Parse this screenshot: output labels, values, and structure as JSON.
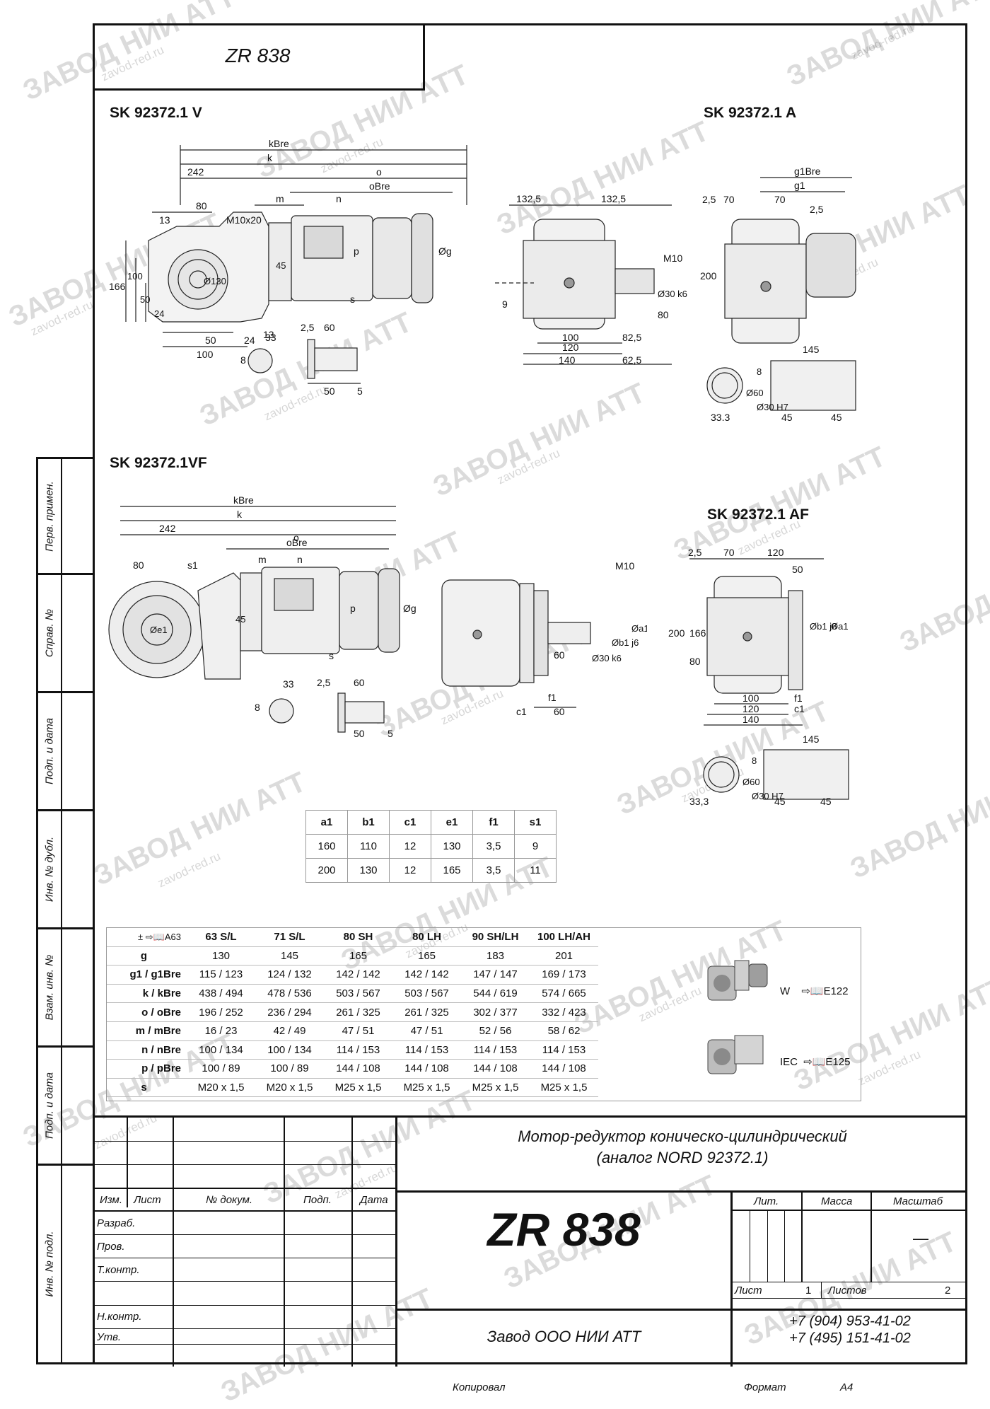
{
  "header_code": "ZR 838",
  "views": {
    "v": "SK 92372.1 V",
    "a": "SK 92372.1 A",
    "vf": "SK 92372.1VF",
    "af": "SK 92372.1 AF"
  },
  "dims": {
    "kBre": "kBre",
    "k": "k",
    "d242": "242",
    "o": "o",
    "oBre": "oBre",
    "d80": "80",
    "d13": "13",
    "m10x20": "M10x20",
    "m": "m",
    "n": "n",
    "d166": "166",
    "d100": "100",
    "d50": "50",
    "d24": "24",
    "d130": "Ø130",
    "d45": "45",
    "p": "p",
    "og": "Øg",
    "s": "s",
    "d33": "33",
    "d8": "8",
    "d2_5": "2,5",
    "d60": "60",
    "d5": "5",
    "d132_5": "132,5",
    "m10": "M10",
    "d9": "9",
    "o30k6": "Ø30 k6",
    "d82_5": "82,5",
    "d120": "120",
    "d140": "140",
    "d62_5": "62,5",
    "g1Bre": "g1Bre",
    "g1": "g1",
    "d70": "70",
    "d200": "200",
    "d145": "145",
    "o60": "Ø60",
    "o30h7": "Ø30 H7",
    "d33_3": "33,3",
    "s1": "s1",
    "oe1": "Øe1",
    "ob1j6": "Øb1 j6",
    "oa1": "Øa1",
    "f1": "f1",
    "c1": "c1"
  },
  "flange_table": {
    "headers": [
      "a1",
      "b1",
      "c1",
      "e1",
      "f1",
      "s1"
    ],
    "rows": [
      [
        "160",
        "110",
        "12",
        "130",
        "3,5",
        "9"
      ],
      [
        "200",
        "130",
        "12",
        "165",
        "3,5",
        "11"
      ]
    ]
  },
  "motor_table": {
    "corner": "± ⇨📖A63",
    "headers": [
      "63 S/L",
      "71 S/L",
      "80 SH",
      "80 LH",
      "90 SH/LH",
      "100 LH/AH"
    ],
    "rows": [
      {
        "label": "g",
        "values": [
          "130",
          "145",
          "165",
          "165",
          "183",
          "201"
        ]
      },
      {
        "label": "g1 / g1Bre",
        "values": [
          "115 / 123",
          "124 / 132",
          "142 / 142",
          "142 / 142",
          "147 / 147",
          "169 / 173"
        ]
      },
      {
        "label": "k / kBre",
        "values": [
          "438 / 494",
          "478 / 536",
          "503 / 567",
          "503 / 567",
          "544 / 619",
          "574 / 665"
        ]
      },
      {
        "label": "o / oBre",
        "values": [
          "196 / 252",
          "236 / 294",
          "261 / 325",
          "261 / 325",
          "302 / 377",
          "332 / 423"
        ]
      },
      {
        "label": "m / mBre",
        "values": [
          "16 / 23",
          "42 / 49",
          "47 / 51",
          "47 / 51",
          "52 / 56",
          "58 / 62"
        ]
      },
      {
        "label": "n / nBre",
        "values": [
          "100 / 134",
          "100 / 134",
          "114 / 153",
          "114 / 153",
          "114 / 153",
          "114 / 153"
        ]
      },
      {
        "label": "p / pBre",
        "values": [
          "100 / 89",
          "100 / 89",
          "144 / 108",
          "144 / 108",
          "144 / 108",
          "144 / 108"
        ]
      },
      {
        "label": "s",
        "values": [
          "M20 x 1,5",
          "M20 x 1,5",
          "M25 x 1,5",
          "M25 x 1,5",
          "M25 x 1,5",
          "M25 x 1,5"
        ]
      }
    ],
    "refs": [
      {
        "label": "W",
        "ref": "⇨📖E122"
      },
      {
        "label": "IEC",
        "ref": "⇨📖E125"
      }
    ]
  },
  "sidebar": [
    "Перв. примен.",
    "Справ. №",
    "Подп. и дата",
    "Инв. № дубл.",
    "Взам. инв. №",
    "Подп. и дата",
    "Инв. № подл."
  ],
  "stamp": {
    "title_line1": "Мотор-редуктор коническо-цилиндрический",
    "title_line2": "(аналог NORD 92372.1)",
    "code": "ZR 838",
    "col_headers": [
      "Изм.",
      "Лист",
      "№ докум.",
      "Подп.",
      "Дата"
    ],
    "roles": [
      "Разраб.",
      "Пров.",
      "Т.контр.",
      "Н.контр.",
      "Утв."
    ],
    "lit": "Лит.",
    "mass": "Масса",
    "scale": "Масштаб",
    "scale_value": "—",
    "sheet_label": "Лист",
    "sheet_value": "1",
    "sheets_label": "Листов",
    "sheets_value": "2",
    "company": "Завод ООО НИИ АТТ",
    "phone1": "+7 (904) 953-41-02",
    "phone2": "+7 (495) 151-41-02",
    "copied": "Копировал",
    "format_label": "Формат",
    "format_value": "A4"
  },
  "watermark": {
    "main": "ЗАВОД НИИ АТТ",
    "site": "zavod-red.ru"
  }
}
